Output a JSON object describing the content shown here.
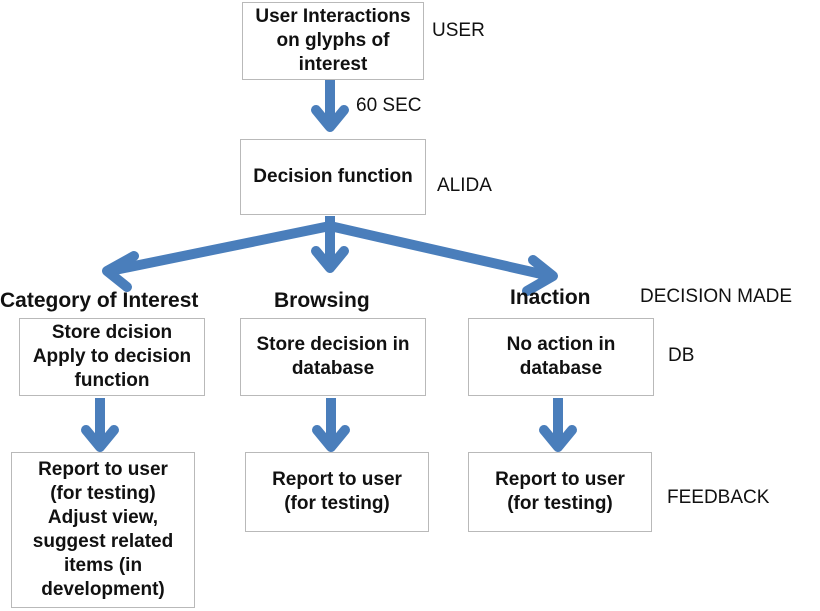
{
  "colors": {
    "arrow": "#4a7ebb",
    "box_border": "#b9b9b9"
  },
  "boxes": {
    "user_interactions": "User Interactions\non glyphs of\ninterest",
    "decision_function": "Decision function",
    "category_store": "Store dcision\nApply to decision\nfunction",
    "browsing_store": "Store decision in\ndatabase",
    "inaction_store": "No action in\ndatabase",
    "category_report": "Report to user\n(for testing)\nAdjust view,\nsuggest related\nitems (in\ndevelopment)",
    "browsing_report": "Report to user\n(for testing)",
    "inaction_report": "Report to user\n(for testing)"
  },
  "headings": {
    "category": "Category of Interest",
    "browsing": "Browsing",
    "inaction": "Inaction"
  },
  "side_labels": {
    "user": "USER",
    "interval": "60 SEC",
    "alida": "ALIDA",
    "decision_made": "DECISION MADE",
    "db": "DB",
    "feedback": "FEEDBACK"
  }
}
